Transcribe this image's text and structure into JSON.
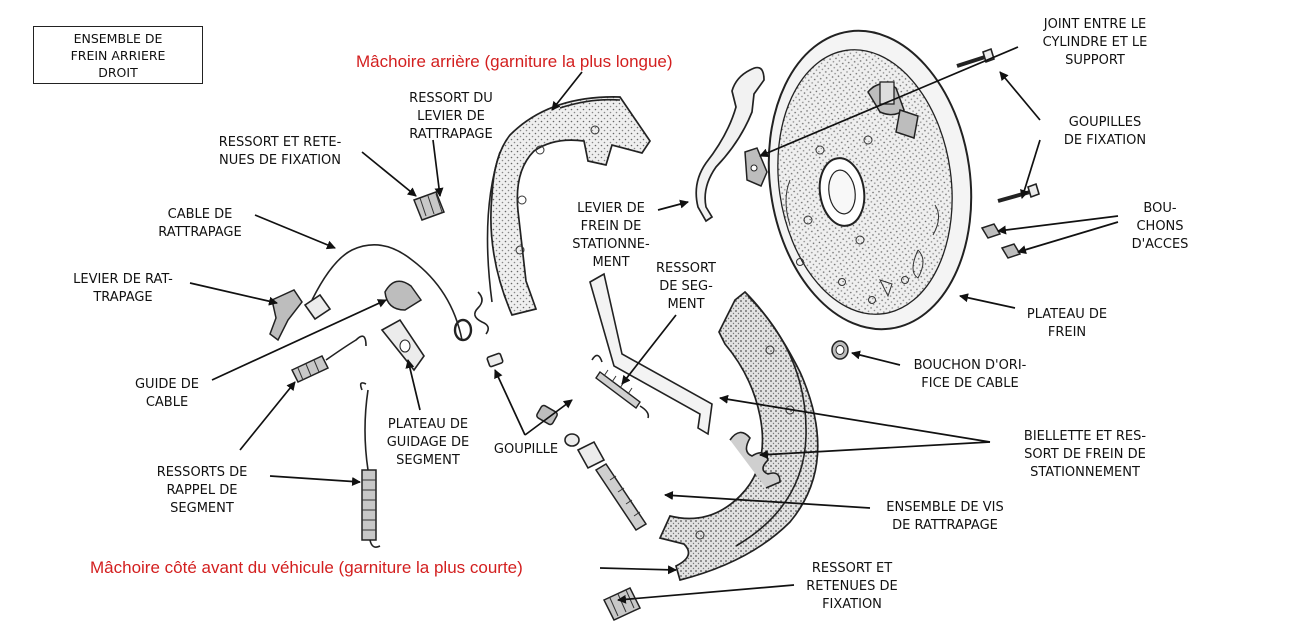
{
  "title_box": "ENSEMBLE DE\nFREIN ARRIERE\nDROIT",
  "highlights": {
    "rear_shoe": "Mâchoire arrière (garniture la plus longue)",
    "front_shoe": "Mâchoire côté avant du véhicule (garniture la plus courte)"
  },
  "labels": {
    "joint": "JOINT ENTRE LE\nCYLINDRE ET LE\nSUPPORT",
    "goupilles_fixation": "GOUPILLES\nDE FIXATION",
    "bouchons_acces": "BOU-\nCHONS\nD'ACCES",
    "plateau_frein": "PLATEAU DE\nFREIN",
    "bouchon_orifice": "BOUCHON D'ORI-\nFICE DE CABLE",
    "biellette": "BIELLETTE ET RES-\nSORT DE FREIN DE\nSTATIONNEMENT",
    "vis_rattrapage": "ENSEMBLE DE VIS\nDE RATTRAPAGE",
    "ressort_retenues_bas": "RESSORT ET\nRETENUES DE\nFIXATION",
    "ressort_levier": "RESSORT DU\nLEVIER DE\nRATTRAPAGE",
    "ressort_retenues_haut": "RESSORT ET RETE-\nNUES DE FIXATION",
    "cable_rattrapage": "CABLE DE\nRATTRAPAGE",
    "levier_rattrapage": "LEVIER DE RAT-\nTRAPAGE",
    "guide_cable": "GUIDE DE\nCABLE",
    "ressorts_rappel": "RESSORTS DE\nRAPPEL DE\nSEGMENT",
    "plateau_guidage": "PLATEAU DE\nGUIDAGE DE\nSEGMENT",
    "goupille": "GOUPILLE",
    "levier_stationnement": "LEVIER DE\nFREIN DE\nSTATIONNE-\nMENT",
    "ressort_segment": "RESSORT\nDE SEG-\nMENT"
  },
  "colors": {
    "highlight": "#d31f1f",
    "ink": "#111111"
  }
}
